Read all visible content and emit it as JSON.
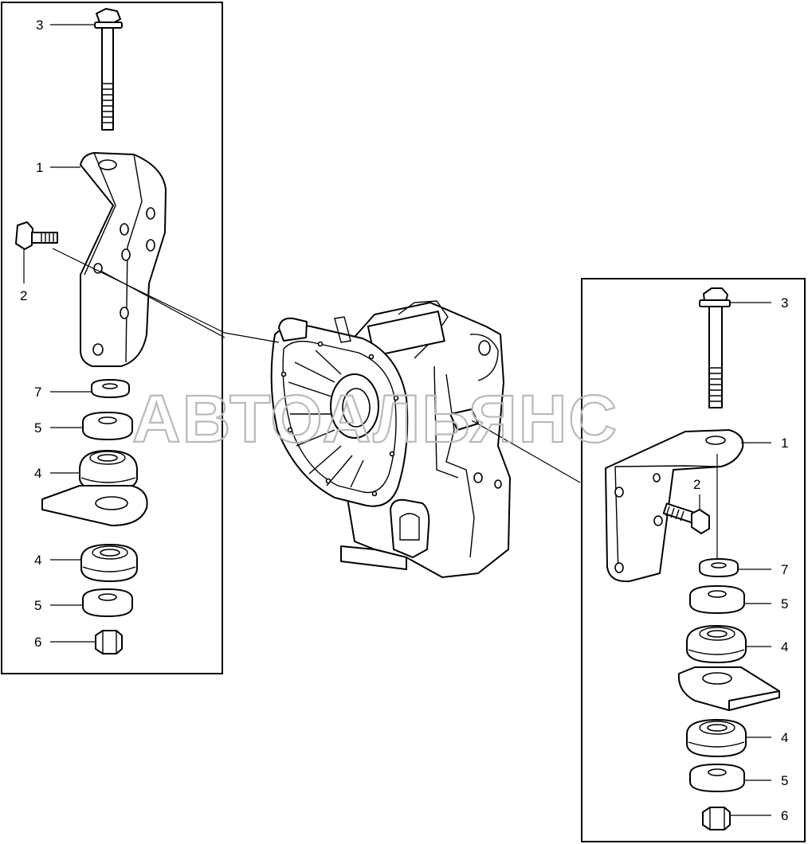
{
  "watermark": "АВТОАЛЬЯНС",
  "left_group": {
    "callouts": [
      "3",
      "1",
      "2",
      "7",
      "5",
      "4",
      "4",
      "5",
      "6"
    ]
  },
  "right_group": {
    "callouts": [
      "3",
      "1",
      "2",
      "7",
      "5",
      "4",
      "4",
      "5",
      "6"
    ]
  }
}
